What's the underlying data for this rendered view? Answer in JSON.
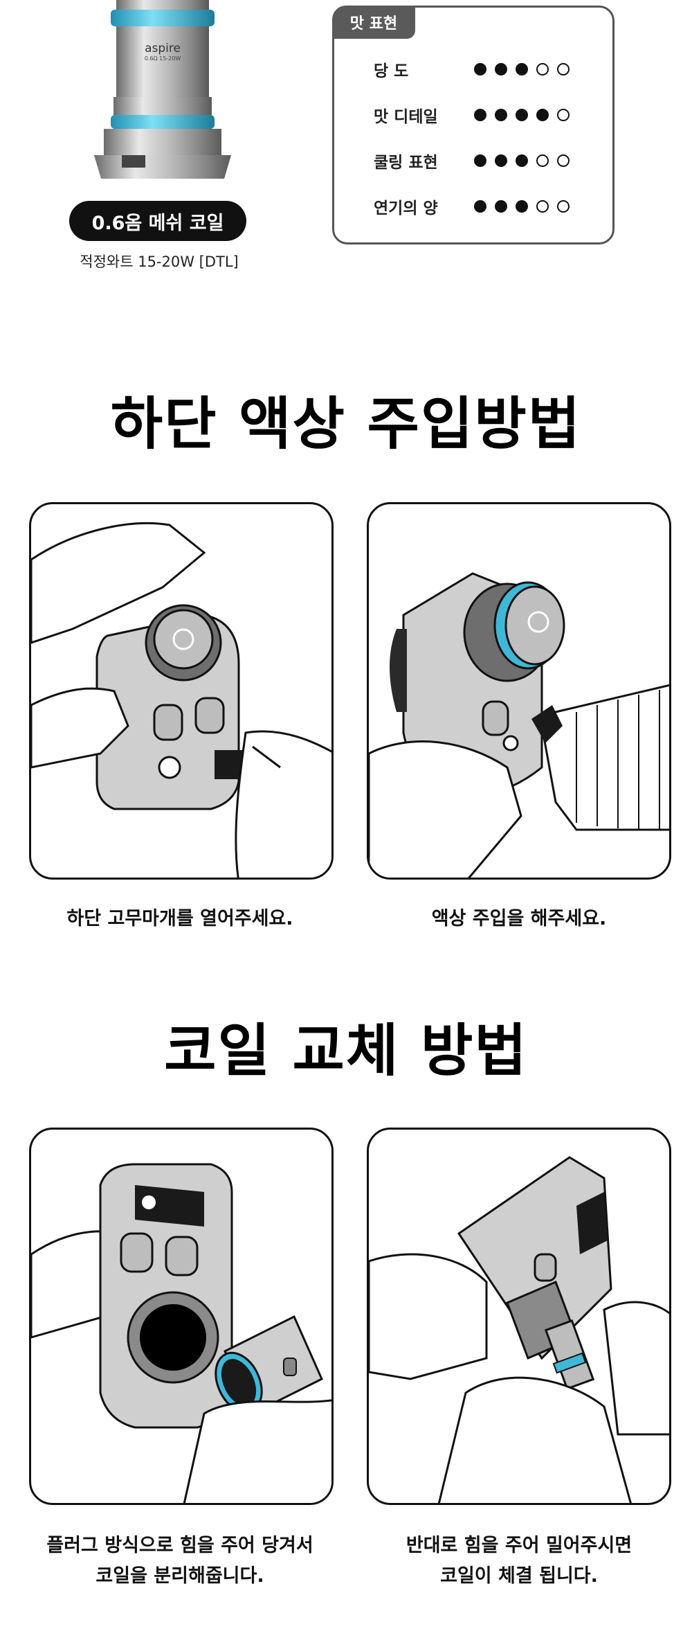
{
  "coil": {
    "brand": "aspire",
    "spec": "0.6Ω 15-20W",
    "badge": "0.6옴 메쉬 코일",
    "wattage": "적정와트 15-20W [DTL]"
  },
  "taste": {
    "tab": "맛 표현",
    "rows": [
      {
        "label": "당 도",
        "filled": 3,
        "total": 5
      },
      {
        "label": "맛 디테일",
        "filled": 4,
        "total": 5
      },
      {
        "label": "쿨링 표현",
        "filled": 3,
        "total": 5
      },
      {
        "label": "연기의 양",
        "filled": 3,
        "total": 5
      }
    ]
  },
  "fill_section": {
    "title": "하단 액상 주입방법",
    "step1": "하단 고무마개를 열어주세요.",
    "step2": "액상 주입을 해주세요."
  },
  "coil_section": {
    "title": "코일 교체 방법",
    "step1_line1": "플러그 방식으로 힘을 주어 당겨서",
    "step1_line2": "코일을 분리해줍니다.",
    "step2_line1": "반대로 힘을 주어 밀어주시면",
    "step2_line2": "코일이 체결 됩니다."
  },
  "colors": {
    "accent": "#3fb8d8",
    "pod_gray": "#c9c9c9",
    "dark_gray": "#555555"
  }
}
